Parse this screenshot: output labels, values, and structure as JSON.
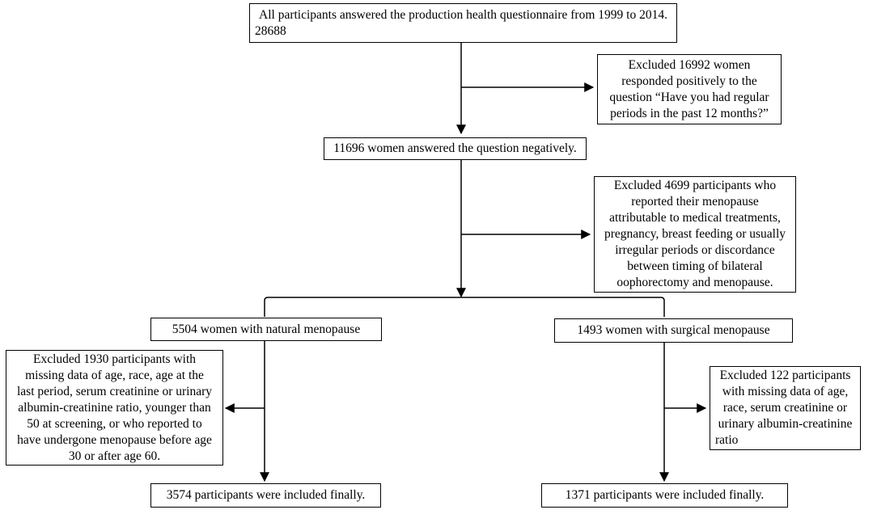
{
  "boxes": {
    "all_participants": {
      "line1": "All participants answered the production health questionnaire from 1999 to 2014.",
      "line2": "28688"
    },
    "excluded_regular_periods": {
      "lines": [
        "Excluded 16992 women",
        "responded positively to the",
        "question “Have you had regular",
        "periods in the past 12 months?”"
      ]
    },
    "answered_negatively": "11696 women answered the question negatively.",
    "excluded_medical": {
      "lines": [
        "Excluded 4699 participants who",
        "reported their menopause",
        "attributable to medical treatments,",
        "pregnancy, breast feeding or usually",
        "irregular periods or discordance",
        "between timing of bilateral",
        "oophorectomy and menopause."
      ]
    },
    "natural_menopause": "5504 women with natural menopause",
    "surgical_menopause": "1493 women with surgical menopause",
    "excluded_natural": {
      "lines": [
        "Excluded 1930 participants with",
        "missing data of age, race, age at the",
        "last period, serum creatinine or urinary",
        "albumin-creatinine ratio, younger than",
        "50 at screening, or who reported to",
        "have undergone menopause before age",
        "30 or after age 60."
      ]
    },
    "excluded_surgical": {
      "lines": [
        "Excluded 122 participants",
        "with missing data of age,",
        "race, serum creatinine or",
        "urinary albumin-creatinine",
        "ratio"
      ]
    },
    "included_natural": "3574 participants were included finally.",
    "included_surgical": "1371 participants were included finally."
  }
}
